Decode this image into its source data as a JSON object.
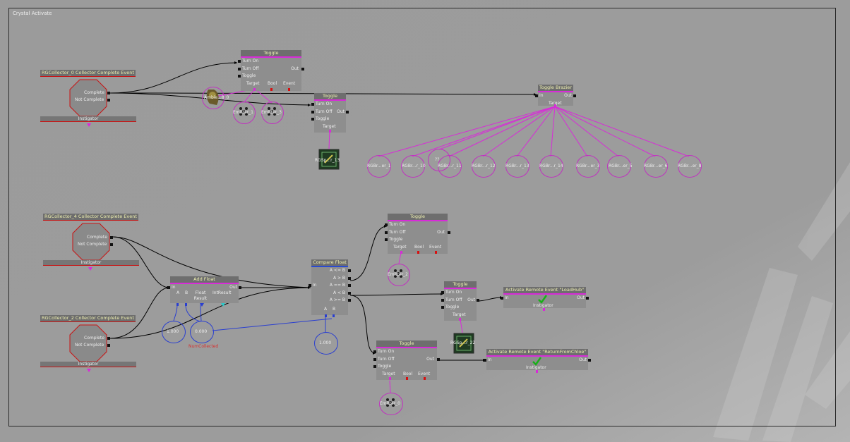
{
  "sequence": {
    "title": "Crystal Activate"
  },
  "colors": {
    "background": "#9b9b9b",
    "node": "#8e8e8e",
    "node_header": "#6e6e6e",
    "header_text": "#eef0b0",
    "object_link": "#d82bd8",
    "float_link": "#2a3fd0",
    "event_underline": "#c81414",
    "exec_wire": "#000000"
  },
  "events": {
    "ev0": {
      "title": "RGCollector_0 Collector Complete Event",
      "out_complete": "Complete",
      "out_not_complete": "Not Complete",
      "instigator": "Instigator"
    },
    "ev4": {
      "title": "RGCollector_4 Collector Complete Event",
      "out_complete": "Complete",
      "out_not_complete": "Not Complete",
      "instigator": "Instigator"
    },
    "ev2": {
      "title": "RGCollector_2 Collector Complete Event",
      "out_complete": "Complete",
      "out_not_complete": "Not Complete",
      "instigator": "Instigator"
    }
  },
  "toggle1": {
    "title": "Toggle",
    "in_turn_on": "Turn On",
    "in_turn_off": "Turn Off",
    "in_toggle": "Toggle",
    "out": "Out",
    "var_target": "Target",
    "var_bool": "Bool",
    "var_event": "Event"
  },
  "toggle2": {
    "title": "Toggle",
    "in_turn_on": "Turn On",
    "in_turn_off": "Turn Off",
    "in_toggle": "Toggle",
    "out": "Out",
    "var_target": "Target"
  },
  "toggle_brazier": {
    "title": "Toggle Brazier",
    "in": "In",
    "out": "Out",
    "var_target": "Target"
  },
  "toggle3": {
    "title": "Toggle",
    "in_turn_on": "Turn On",
    "in_turn_off": "Turn Off",
    "in_toggle": "Toggle",
    "out": "Out",
    "var_target": "Target",
    "var_bool": "Bool",
    "var_event": "Event"
  },
  "toggle4": {
    "title": "Toggle",
    "in_turn_on": "Turn On",
    "in_turn_off": "Turn Off",
    "in_toggle": "Toggle",
    "out": "Out",
    "var_target": "Target"
  },
  "toggle5": {
    "title": "Toggle",
    "in_turn_on": "Turn On",
    "in_turn_off": "Turn Off",
    "in_toggle": "Toggle",
    "out": "Out",
    "var_target": "Target",
    "var_bool": "Bool",
    "var_event": "Event"
  },
  "add_float": {
    "title": "Add Float",
    "in": "In",
    "out": "Out",
    "var_a": "A",
    "var_b": "B",
    "var_float_result": "Float Result",
    "var_int_result": "IntResult"
  },
  "compare_float": {
    "title": "Compare Float",
    "in": "In",
    "out_le": "A <= B",
    "out_gt": "A > B",
    "out_eq": "A == B",
    "out_lt": "A < B",
    "out_ge": "A >= B",
    "var_a": "A",
    "var_b": "B"
  },
  "remote1": {
    "title": "Activate Remote Event \"LoadHub\"",
    "in": "In",
    "out": "Out",
    "var_instigator": "Instigator"
  },
  "remote2": {
    "title": "Activate Remote Event \"ReturnFromChloe\"",
    "in": "In",
    "out": "Out",
    "var_instigator": "Instigator"
  },
  "vars": {
    "ambient": "Ambie...8_0",
    "emitter1": "Emitter_1",
    "emitter3": "Emitter_3",
    "rgspawn13": "RGSp...r_13",
    "brazier": [
      "RGBr...er_1",
      "RGBr...r_10",
      "RGBr...r_11",
      "RGBr...r_12",
      "RGBr...r_13",
      "RGBr...r_14",
      "RGBr...er_3",
      "RGBr...er_5",
      "RGBr...er_6",
      "RGBr...er_8"
    ],
    "question": "??",
    "f1": "1.000",
    "f2": "0.000",
    "num_collected": "NumCollected",
    "f3": "1.000",
    "emitter2": "Emitter_2",
    "rgspawn22": "RGSp...r_22",
    "emitter0": "Emitter_0"
  }
}
